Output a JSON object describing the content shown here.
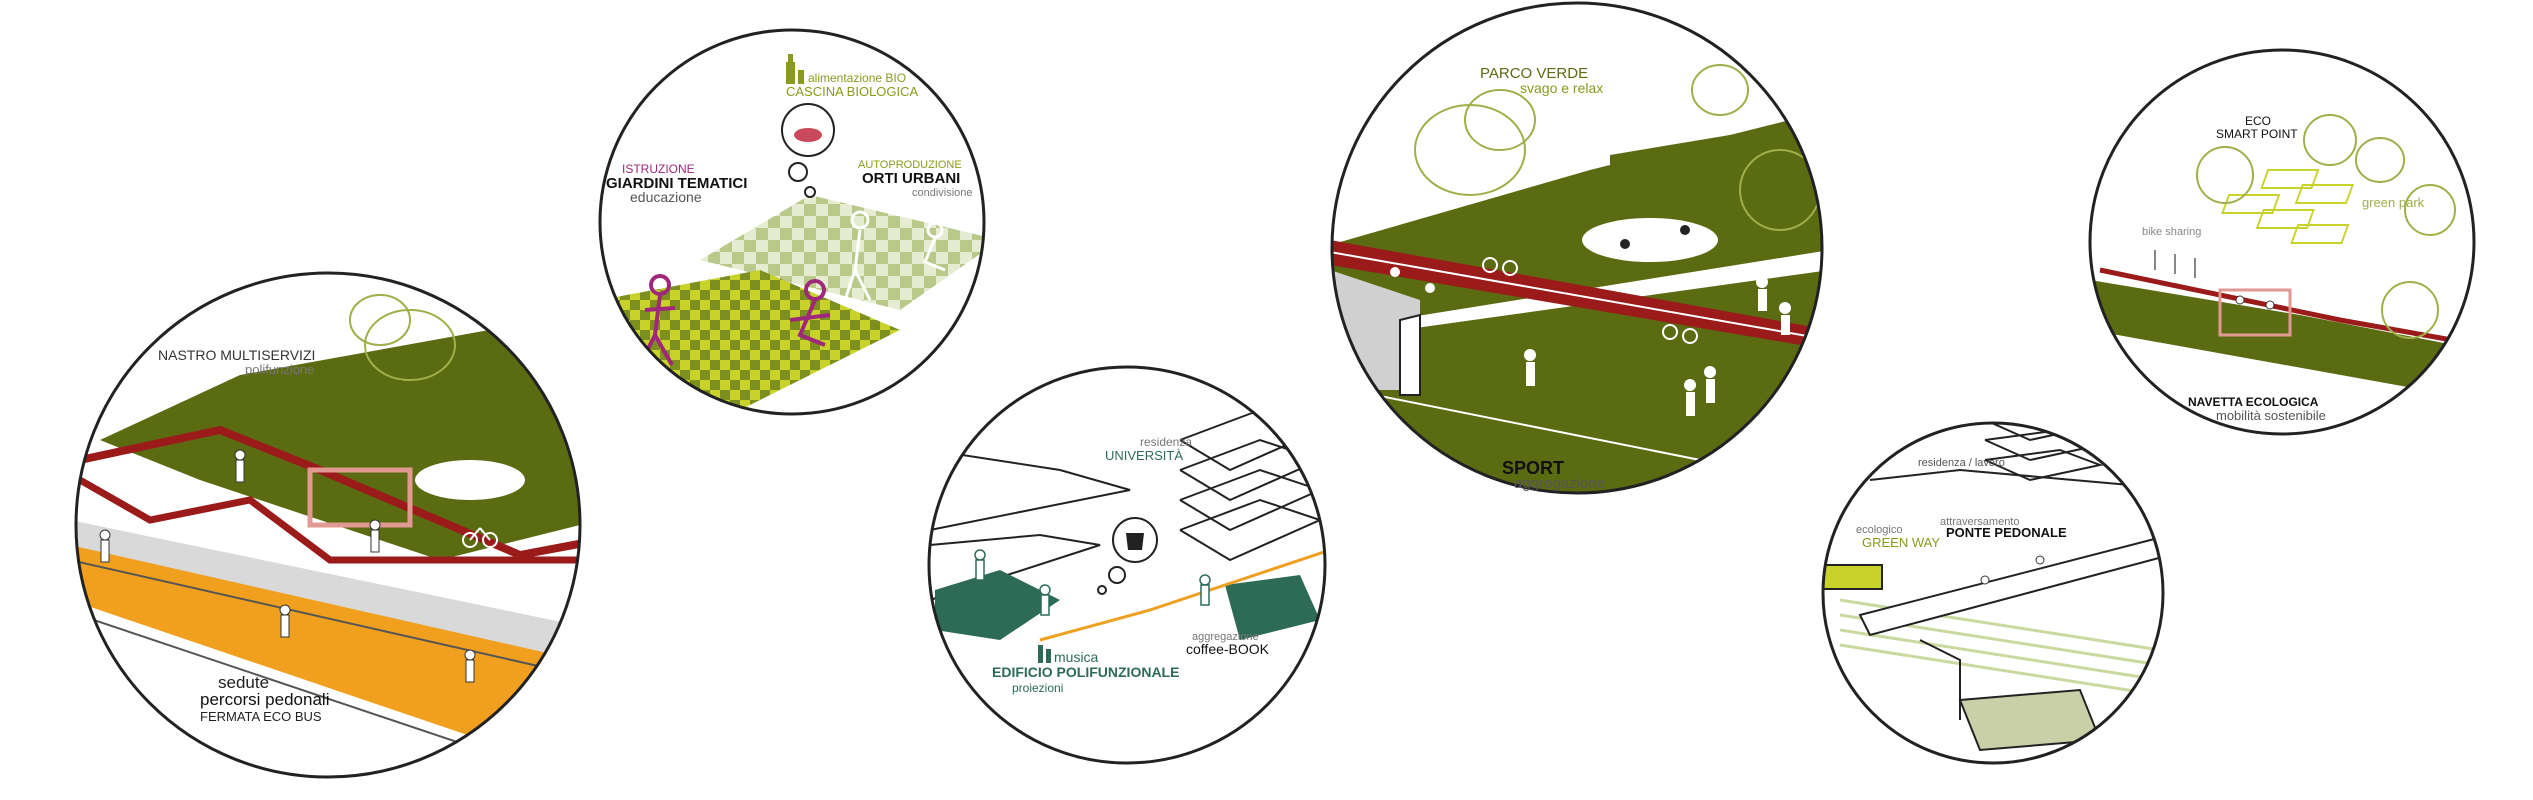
{
  "palette": {
    "green": "#5b6b12",
    "olive_text": "#8a9a1a",
    "red": "#9b1b1b",
    "orange": "#f0a01e",
    "magenta": "#a0287a",
    "teal": "#2e6b57",
    "grey": "#c8c8c8",
    "light_green": "#b9c98a"
  },
  "circle1": {
    "nastro": "NASTRO MULTISERVIZI",
    "polifunzione": "polifunzione",
    "sedute": "sedute",
    "percorsi": "percorsi pedonali",
    "fermata": "FERMATA ECO BUS"
  },
  "circle2": {
    "alimentazione": "alimentazione BIO",
    "cascina": "CASCINA BIOLOGICA",
    "istruzione": "ISTRUZIONE",
    "giardini": "GIARDINI TEMATICI",
    "educazione": "educazione",
    "autoproduzione": "AUTOPRODUZIONE",
    "orti": "ORTI URBANI",
    "condivisione": "condivisione"
  },
  "circle3": {
    "residenza": "residenza",
    "universita": "UNIVERSITÀ",
    "musica": "musica",
    "edificio": "EDIFICIO POLIFUNZIONALE",
    "proiezioni": "proiezioni",
    "aggregazione": "aggregazione",
    "coffee": "coffee-BOOK"
  },
  "circle4": {
    "parco": "PARCO VERDE",
    "svago": "svago e relax",
    "sport": "SPORT",
    "aggregazione": "aggregazione"
  },
  "circle5": {
    "residenza": "residenza / lavoro",
    "ecologico": "ecologico",
    "greenway": "GREEN WAY",
    "attraversamento": "attraversamento",
    "ponte": "PONTE PEDONALE"
  },
  "circle6": {
    "eco": "ECO",
    "smart": "SMART POINT",
    "bike": "bike sharing",
    "greenpark": "green park",
    "navetta": "NAVETTA ECOLOGICA",
    "mobilita": "mobilità sostenibile"
  }
}
